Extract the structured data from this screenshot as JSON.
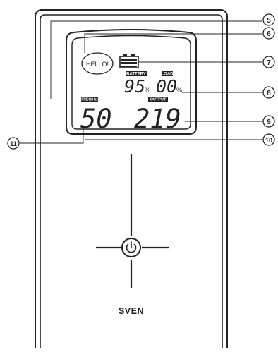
{
  "display": {
    "greeting": "HELLO!",
    "battery_label": "BATTERY",
    "load_label": "LOAD",
    "battery_value": "95",
    "load_value": "00",
    "percent_sign": "%",
    "freq_label": "FREQ(Hz)",
    "output_label": "OUTPUT",
    "freq_value": "50",
    "output_value": "219"
  },
  "brand": "SVEN",
  "callouts": [
    "5",
    "6",
    "7",
    "8",
    "9",
    "10",
    "11"
  ],
  "icons": {
    "battery": "battery-icon",
    "power": "power-button-icon"
  }
}
